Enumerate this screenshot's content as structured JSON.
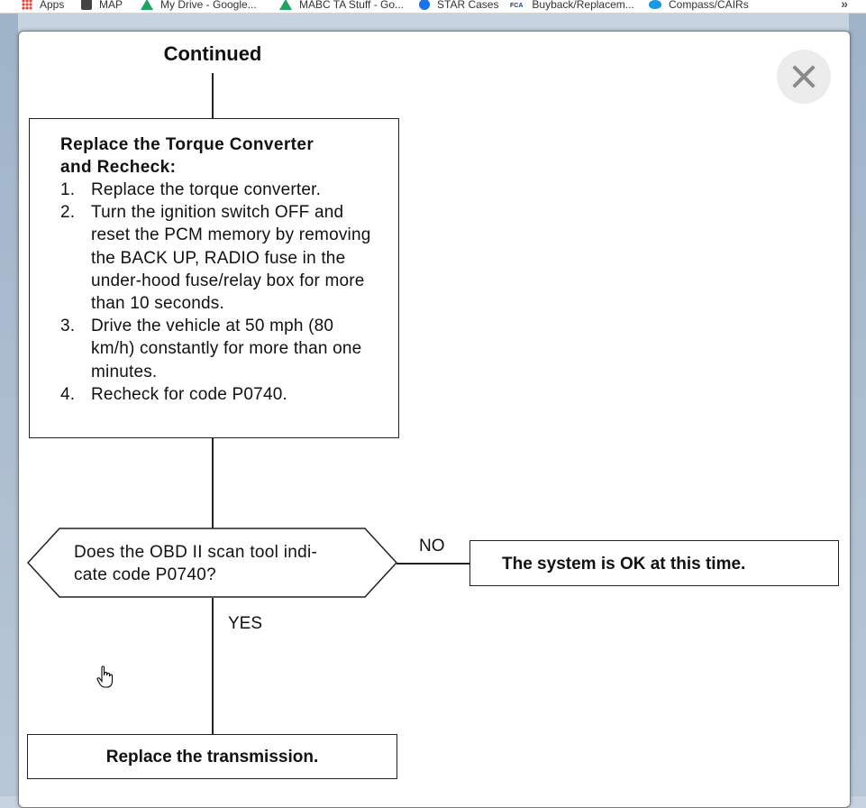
{
  "bookmarks": [
    {
      "label": "Apps",
      "icon": "apps-grid-icon"
    },
    {
      "label": "MAP",
      "icon": "map-icon"
    },
    {
      "label": "My Drive - Google...",
      "icon": "google-drive-icon"
    },
    {
      "label": "MABC TA Stuff - Go...",
      "icon": "google-drive-icon"
    },
    {
      "label": "STAR Cases",
      "icon": "star-globe-icon"
    },
    {
      "label": "Buyback/Replacem...",
      "icon": "fca-icon",
      "icon_text": "FCA"
    },
    {
      "label": "Compass/CAIRs",
      "icon": "salesforce-cloud-icon"
    }
  ],
  "bookmarks_more": "»",
  "flowchart": {
    "continued": "Continued",
    "step_title_line1": "Replace the Torque Converter",
    "step_title_line2": "and Recheck:",
    "steps": [
      {
        "num": "1.",
        "text": "Replace the torque converter."
      },
      {
        "num": "2.",
        "text": "Turn the ignition switch OFF and reset the PCM memory by removing the BACK UP, RADIO fuse in the under-hood fuse/relay box for more than 10 seconds."
      },
      {
        "num": "3.",
        "text": "Drive the vehicle at 50 mph (80 km/h) constantly for more than one minutes."
      },
      {
        "num": "4.",
        "text": "Recheck for code P0740."
      }
    ],
    "decision_line1": "Does the OBD II scan tool indi-",
    "decision_line2": "cate code P0740?",
    "no_label": "NO",
    "yes_label": "YES",
    "ok_result": "The system is OK at this time.",
    "yes_result": "Replace the transmission."
  },
  "colors": {
    "line": "#222222",
    "close_button_bg": "#ececec",
    "close_icon": "#8a8a8a"
  }
}
